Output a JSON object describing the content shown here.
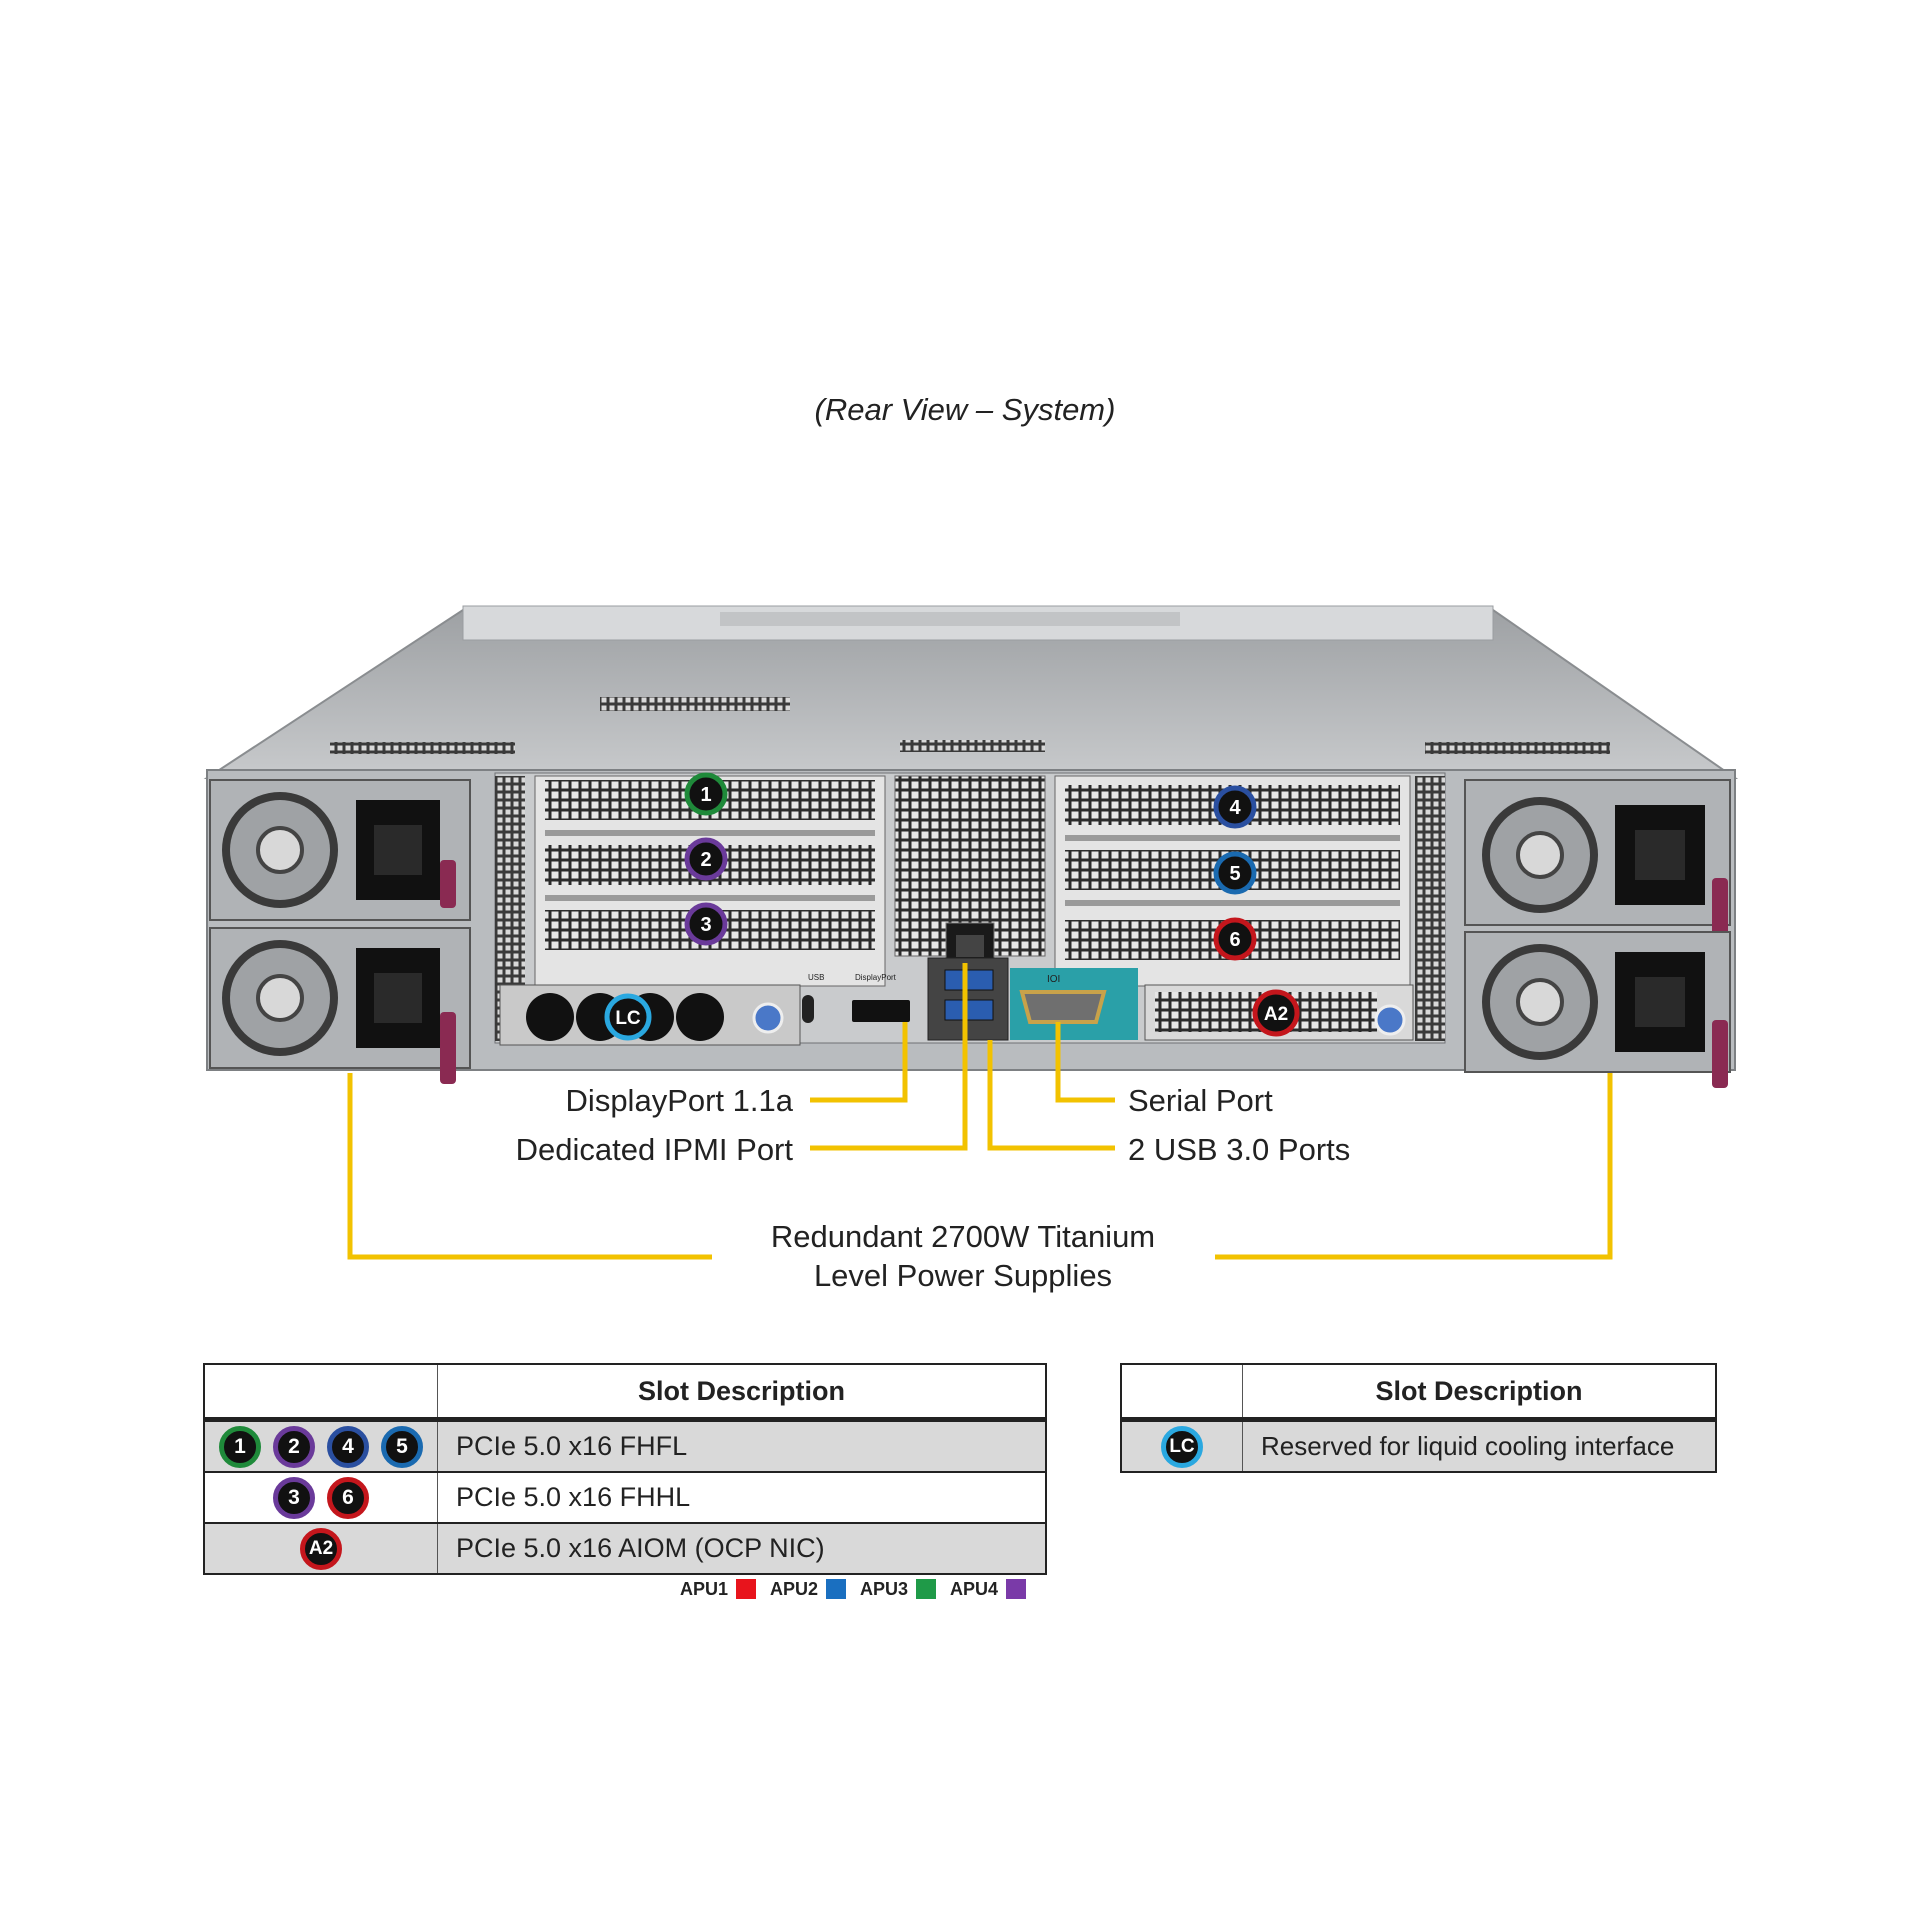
{
  "caption": "(Rear View – System)",
  "callouts": {
    "displayport": "DisplayPort 1.1a",
    "ipmi": "Dedicated IPMI Port",
    "serial": "Serial Port",
    "usb": "2 USB 3.0 Ports",
    "psu_line1": "Redundant 2700W Titanium",
    "psu_line2": "Level Power Supplies"
  },
  "chassis_text": {
    "displayport_small": "DisplayPort",
    "usb_small": "USB",
    "ioi_small": "IOI"
  },
  "slot_markers": [
    {
      "label": "1",
      "ring": "#1f8a3a"
    },
    {
      "label": "2",
      "ring": "#6a3a9a"
    },
    {
      "label": "3",
      "ring": "#6a3a9a"
    },
    {
      "label": "4",
      "ring": "#2a4fa0"
    },
    {
      "label": "5",
      "ring": "#1a6ab0"
    },
    {
      "label": "6",
      "ring": "#c4161c"
    },
    {
      "label": "A2",
      "ring": "#c4161c"
    },
    {
      "label": "LC",
      "ring": "#2aa8e0"
    }
  ],
  "table_main": {
    "header": "Slot Description",
    "rows": [
      {
        "badges": [
          {
            "label": "1",
            "ring": "#1f8a3a"
          },
          {
            "label": "2",
            "ring": "#6a3a9a"
          },
          {
            "label": "4",
            "ring": "#2a4fa0"
          },
          {
            "label": "5",
            "ring": "#1a6ab0"
          }
        ],
        "description": "PCIe 5.0 x16 FHFL"
      },
      {
        "badges": [
          {
            "label": "3",
            "ring": "#6a3a9a"
          },
          {
            "label": "6",
            "ring": "#c4161c"
          }
        ],
        "description": "PCIe 5.0 x16 FHHL"
      },
      {
        "badges": [
          {
            "label": "A2",
            "ring": "#c4161c"
          }
        ],
        "description": "PCIe 5.0 x16 AIOM (OCP NIC)"
      }
    ]
  },
  "table_lc": {
    "header": "Slot Description",
    "rows": [
      {
        "badges": [
          {
            "label": "LC",
            "ring": "#2aa8e0"
          }
        ],
        "description": "Reserved for liquid cooling interface"
      }
    ]
  },
  "apu_legend": [
    {
      "label": "APU1",
      "color": "#e8141c"
    },
    {
      "label": "APU2",
      "color": "#1a6fc0"
    },
    {
      "label": "APU3",
      "color": "#1f9a48"
    },
    {
      "label": "APU4",
      "color": "#7a3aa8"
    }
  ],
  "colors": {
    "callout_line": "#f2c200",
    "chassis": "#b9bcbf"
  }
}
